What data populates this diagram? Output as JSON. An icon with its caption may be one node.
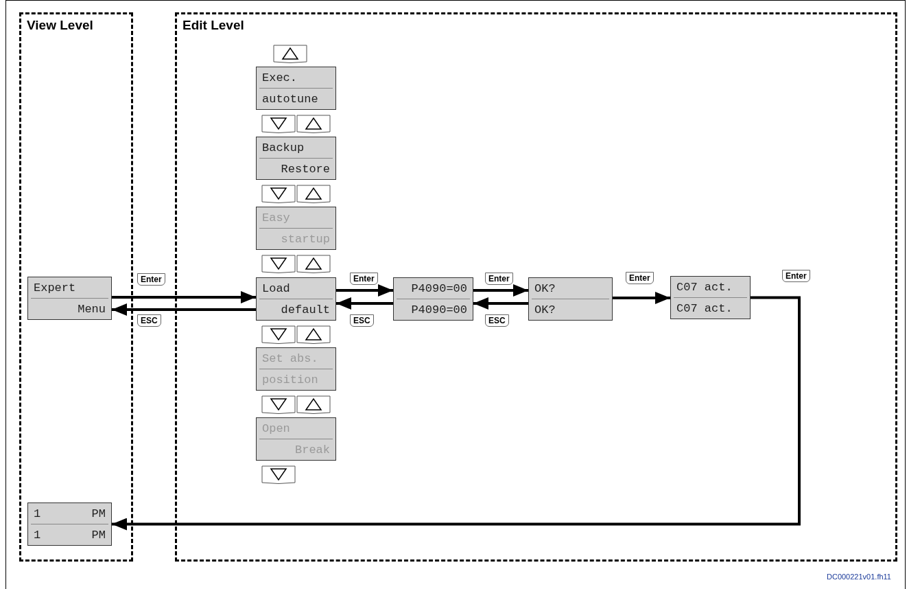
{
  "diagram": {
    "nodes": [
      {
        "text": [
          "View Level"
        ]
      },
      {
        "text": [
          "Edit Level"
        ]
      },
      {
        "text": [
          "Expert",
          "Menu"
        ],
        "in": 0
      },
      {
        "text": [
          "1",
          "PM",
          "1",
          "PM"
        ],
        "in": 0
      },
      {
        "text": [
          "Exec.",
          "autotune"
        ],
        "in": 1
      },
      {
        "text": [
          "Backup",
          "Restore"
        ],
        "in": 1
      },
      {
        "text": [
          "Easy",
          "startup"
        ],
        "in": 1
      },
      {
        "text": [
          "Load",
          "default"
        ],
        "in": 1
      },
      {
        "text": [
          "Set abs.",
          "position"
        ],
        "in": 1
      },
      {
        "text": [
          "Open",
          "Break"
        ],
        "in": 1
      },
      {
        "text": [
          "P4090=00",
          "P4090=00"
        ],
        "in": 1
      },
      {
        "text": [
          "OK?",
          "OK?"
        ],
        "in": 1
      },
      {
        "text": [
          "C07 act.",
          "C07 act."
        ],
        "in": 1
      }
    ],
    "edges": [
      {
        "from": 2,
        "to": 7,
        "arrow": "to",
        "label": "Enter"
      },
      {
        "from": 7,
        "to": 2,
        "arrow": "to",
        "label": "ESC"
      },
      {
        "from": 7,
        "to": 10,
        "arrow": "to",
        "label": "Enter"
      },
      {
        "from": 10,
        "to": 7,
        "arrow": "to",
        "label": "ESC"
      },
      {
        "from": 10,
        "to": 11,
        "arrow": "to",
        "label": "Enter"
      },
      {
        "from": 11,
        "to": 10,
        "arrow": "to",
        "label": "ESC"
      },
      {
        "from": 11,
        "to": 12,
        "arrow": "to",
        "label": "Enter"
      },
      {
        "from": 12,
        "to": 3,
        "arrow": "to",
        "label": "Enter"
      }
    ],
    "labels": [
      "DC000221v01.fh11"
    ]
  }
}
